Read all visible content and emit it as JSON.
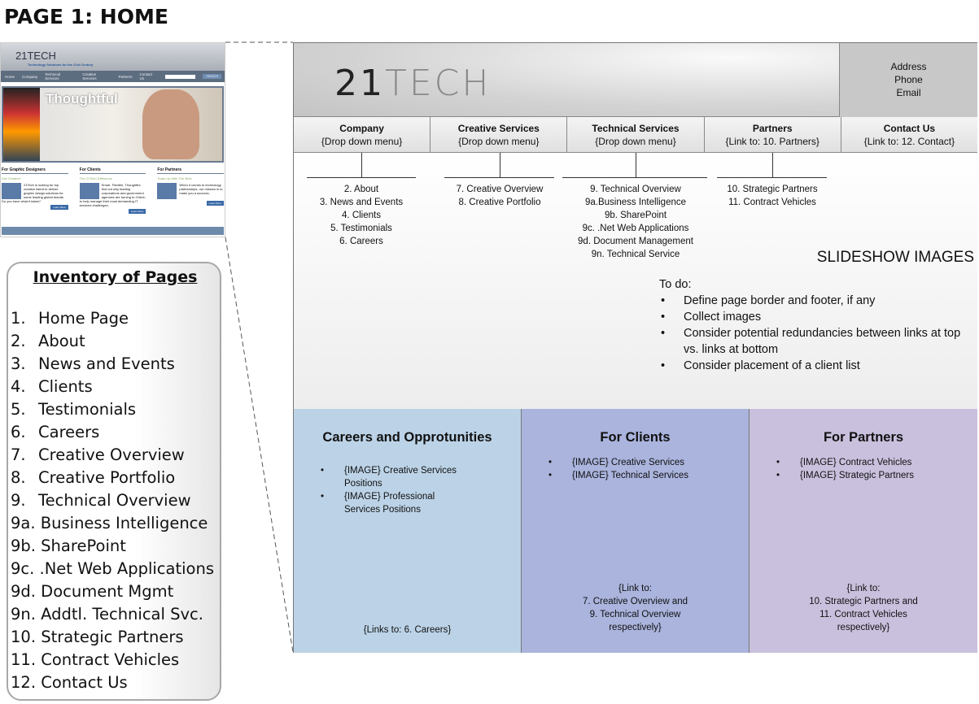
{
  "page_title": "PAGE 1:  HOME",
  "thumbnail": {
    "logo": "21TECH",
    "tagline": "Technology Solutions for the 21st Century",
    "nav": [
      "Home",
      "Company",
      "Technical Services",
      "Creative Services",
      "Partners",
      "Contact Us"
    ],
    "search_button": "SEARCH",
    "hero_title": "Thoughtful",
    "columns": [
      {
        "title": "For Graphic Designers",
        "subtitle": "Get Creative!",
        "text": "21Tech is looking for top creative talent to deliver graphic design solutions for some leading global brands Do you have what it takes?",
        "button": "Learn More"
      },
      {
        "title": "For Clients",
        "subtitle": "The 21Tech Difference",
        "text": "Smart. Flexible. Thoughtful. find out why leading corporations and government agencies are turning to 21tech to help manage their most demanding IT services challenges.",
        "button": "Learn More"
      },
      {
        "title": "For Partners",
        "subtitle": "Team Up With The Best",
        "text": "When it comes to technology partnerships, our mission is to make you a success.",
        "button": "Learn More"
      }
    ]
  },
  "inventory": {
    "title": "Inventory of Pages",
    "items": [
      {
        "n": "1.",
        "label": "Home Page"
      },
      {
        "n": "2.",
        "label": "About"
      },
      {
        "n": "3.",
        "label": "News and Events"
      },
      {
        "n": "4.",
        "label": "Clients"
      },
      {
        "n": "5.",
        "label": "Testimonials"
      },
      {
        "n": "6.",
        "label": "Careers"
      },
      {
        "n": "7.",
        "label": "Creative Overview"
      },
      {
        "n": "8.",
        "label": "Creative Portfolio"
      },
      {
        "n": "9.",
        "label": "Technical Overview"
      },
      {
        "n": "",
        "label": "9a. Business Intelligence"
      },
      {
        "n": "",
        "label": "9b. SharePoint"
      },
      {
        "n": "",
        "label": "9c. .Net Web Applications"
      },
      {
        "n": "",
        "label": "9d. Document Mgmt"
      },
      {
        "n": "",
        "label": "9n. Addtl. Technical Svc."
      },
      {
        "n": "",
        "label": "10. Strategic Partners"
      },
      {
        "n": "",
        "label": "11. Contract Vehicles"
      },
      {
        "n": "",
        "label": "12. Contact Us"
      }
    ]
  },
  "wireframe": {
    "logo_a": "21",
    "logo_b": "TECH",
    "contact": [
      "Address",
      "Phone",
      "Email"
    ],
    "nav": [
      {
        "label": "Company",
        "note": "{Drop down menu}"
      },
      {
        "label": "Creative Services",
        "note": "{Drop down menu}"
      },
      {
        "label": "Technical Services",
        "note": "{Drop down menu}"
      },
      {
        "label": "Partners",
        "note": "{Link to: 10. Partners}"
      },
      {
        "label": "Contact Us",
        "note": "{Link to: 12. Contact}"
      }
    ],
    "menus": [
      [
        "2. About",
        "3. News and Events",
        "4. Clients",
        "5. Testimonials",
        "6. Careers"
      ],
      [
        "7. Creative Overview",
        "8. Creative  Portfolio"
      ],
      [
        "9. Technical Overview",
        "9a.Business Intelligence",
        "9b. SharePoint",
        "9c. .Net Web Applications",
        "9d. Document Management",
        "9n. Technical Service"
      ],
      [
        "10. Strategic Partners",
        "11. Contract Vehicles"
      ]
    ],
    "slideshow": "SLIDESHOW IMAGES",
    "todo_title": "To do:",
    "todo": [
      "Define page border and footer, if any",
      "Collect images",
      "Consider potential redundancies between links at top vs. links at bottom",
      "Consider placement of a client list"
    ],
    "panels": [
      {
        "title": "Careers and Opprotunities",
        "items": [
          "{IMAGE}   Creative Services Positions",
          "{IMAGE}   Professional Services Positions"
        ],
        "footer": [
          "{Links to: 6. Careers}"
        ],
        "color": "#bcd3e7"
      },
      {
        "title": "For Clients",
        "items": [
          "{IMAGE}   Creative Services",
          "{IMAGE}   Technical Services"
        ],
        "footer": [
          "{Link to:",
          "7. Creative Overview and",
          "9. Technical Overview",
          "respectively}"
        ],
        "color": "#aab4dd"
      },
      {
        "title": "For Partners",
        "items": [
          "{IMAGE}  Contract Vehicles",
          "{IMAGE}  Strategic Partners"
        ],
        "footer": [
          "{Link to:",
          "10. Strategic Partners and",
          "11. Contract Vehicles",
          "respectively}"
        ],
        "color": "#c9c0dd"
      }
    ]
  }
}
